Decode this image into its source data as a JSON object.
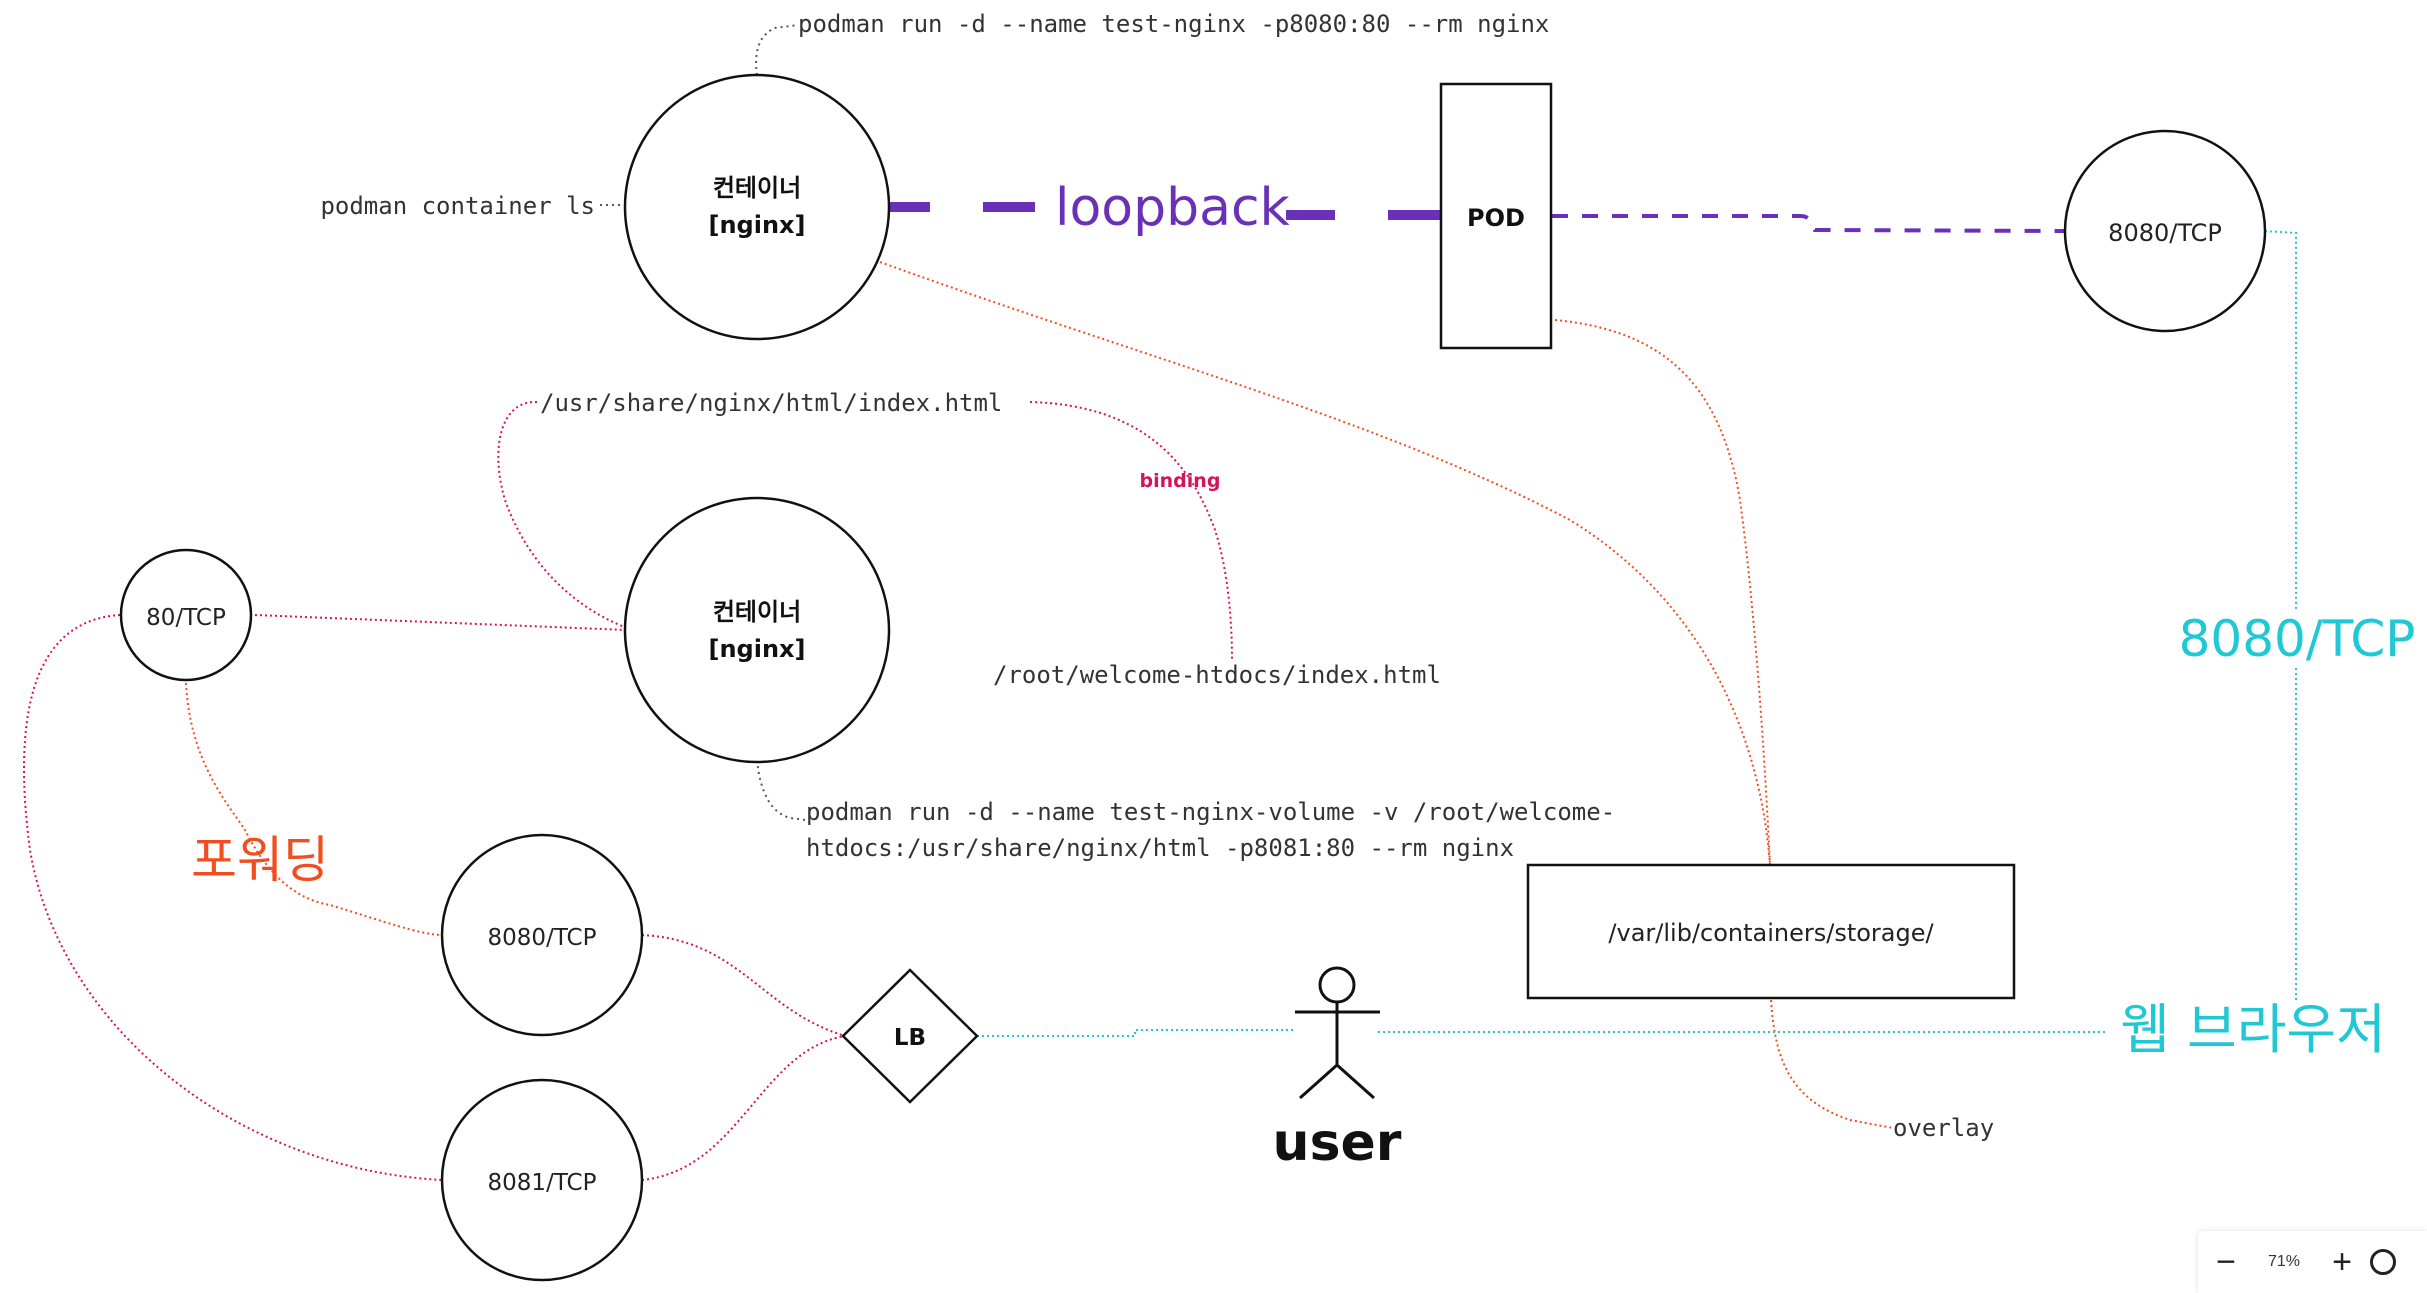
{
  "commands": {
    "run_nginx": "podman run -d --name test-nginx -p8080:80 --rm nginx",
    "container_ls": "podman container ls",
    "run_volume_line1": "podman run -d --name test-nginx-volume -v /root/welcome-",
    "run_volume_line2": "htdocs:/usr/share/nginx/html -p8081:80 --rm nginx"
  },
  "nodes": {
    "container1": {
      "line1": "컨테이너",
      "line2": "[nginx]"
    },
    "container2": {
      "line1": "컨테이너",
      "line2": "[nginx]"
    },
    "pod": "POD",
    "pod_port": "8080/TCP",
    "port80": "80/TCP",
    "port8080": "8080/TCP",
    "port8081": "8081/TCP",
    "lb": "LB",
    "user": "user",
    "storage": "/var/lib/containers/storage/"
  },
  "labels": {
    "loopback": "loopback",
    "binding": "binding",
    "forwarding": "포워딩",
    "tcp_8080_large": "8080/TCP",
    "web_browser": "웹 브라우저",
    "overlay": "overlay"
  },
  "paths": {
    "container_html": "/usr/share/nginx/html/index.html",
    "host_html": "/root/welcome-htdocs/index.html"
  },
  "colors": {
    "purple": "#6a30b8",
    "orange": "#f04e1f",
    "magenta": "#d4145a",
    "cyan": "#1ec8d4",
    "black": "#111111"
  },
  "zoom": {
    "minus": "−",
    "value": "71%",
    "plus": "+"
  }
}
